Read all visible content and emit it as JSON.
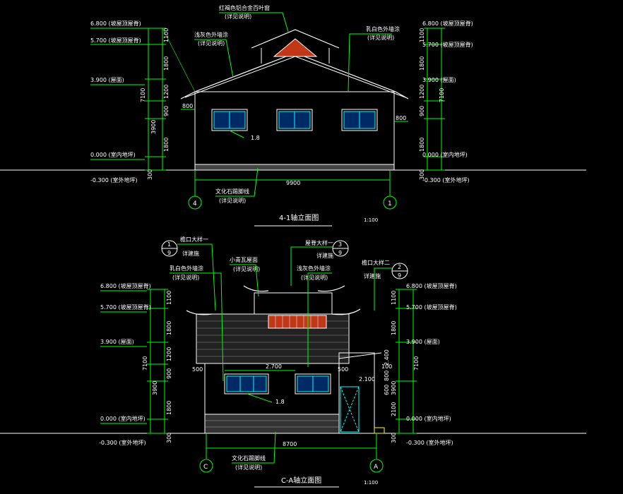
{
  "colors": {
    "background": "#000000",
    "outline": "#ffffff",
    "dimension": "#00ff00",
    "leader": "#00ff00",
    "window": "#00ffff",
    "vent": "#e04020",
    "door": "#00ffff",
    "ground": "#ffffff",
    "railing": "#ffff00"
  },
  "top_view": {
    "title": "4-1轴立面图",
    "scale": "1:100",
    "left_levels": [
      {
        "label": "6.800 (坡屋顶屋脊)"
      },
      {
        "label": "5.700 (坡屋顶屋脊)"
      },
      {
        "label": "3.900 (屋面)"
      },
      {
        "label": "0.000 (室内地坪)"
      },
      {
        "label": "-0.300 (室外地坪)"
      }
    ],
    "right_levels": [
      {
        "label": "6.800 (坡屋顶屋脊)"
      },
      {
        "label": "5.700 (坡屋顶屋脊)"
      },
      {
        "label": "3.900 (屋面)"
      },
      {
        "label": "0.000 (室内地坪)"
      },
      {
        "label": "-0.300 (室外地坪)"
      }
    ],
    "dims_segments": [
      "1100",
      "1800",
      "1200",
      "900",
      "1800",
      "300"
    ],
    "dims_total": [
      "7100",
      "3900"
    ],
    "eave_dim": "800",
    "sill_label": "1.8",
    "width_dim": "9900",
    "axes": [
      "4",
      "1"
    ],
    "annotations": [
      {
        "text": "红褐色铝合金百叶窗",
        "sub": "(详见说明)"
      },
      {
        "text": "浅灰色外墙涂",
        "sub": "(详见说明)"
      },
      {
        "text": "乳白色外墙涂",
        "sub": "(详见说明)"
      },
      {
        "text": "文化石踢脚线",
        "sub": "(详见说明)"
      }
    ]
  },
  "bottom_view": {
    "title": "C-A轴立面图",
    "scale": "1:100",
    "left_levels": [
      {
        "label": "6.800 (坡屋顶屋脊)"
      },
      {
        "label": "5.700 (坡屋顶屋脊)"
      },
      {
        "label": "3.900 (屋面)"
      },
      {
        "label": "0.000 (室内地坪)"
      },
      {
        "label": "-0.300 (室外地坪)"
      }
    ],
    "right_levels": [
      {
        "label": "6.800 (坡屋顶屋脊)"
      },
      {
        "label": "5.700 (坡屋顶屋脊)"
      },
      {
        "label": "3.900 (屋面)"
      },
      {
        "label": "0.000 (室内地坪)"
      },
      {
        "label": "-0.300 (室外地坪)"
      }
    ],
    "dims_segments": [
      "1100",
      "1800",
      "1200",
      "900",
      "1800",
      "300"
    ],
    "dims_total": [
      "7100",
      "3900"
    ],
    "right_dims": [
      "100",
      "800",
      "600",
      "2100"
    ],
    "dim_2700": "2.700",
    "dim_2100": "2.100",
    "dim_500a": "500",
    "dim_500b": "500",
    "dim_2400": "2.400",
    "sill_label": "1.8",
    "width_dim": "8700",
    "axes": [
      "C",
      "A"
    ],
    "callouts": [
      {
        "top": "1",
        "bottom": "9",
        "title": "檐口大样一",
        "sub": "详建施"
      },
      {
        "top": "3",
        "bottom": "9",
        "title": "屋脊大样一",
        "sub": "详建施"
      },
      {
        "top": "2",
        "bottom": "9",
        "title": "檐口大样二",
        "sub": "详建施"
      }
    ],
    "annotations": [
      {
        "text": "乳白色外墙涂",
        "sub": "(详见说明)"
      },
      {
        "text": "小青瓦屋面",
        "sub": "(详见说明)"
      },
      {
        "text": "浅灰色外墙涂",
        "sub": "(详见说明)"
      },
      {
        "text": "文化石踢脚线",
        "sub": "(详见说明)"
      }
    ]
  }
}
